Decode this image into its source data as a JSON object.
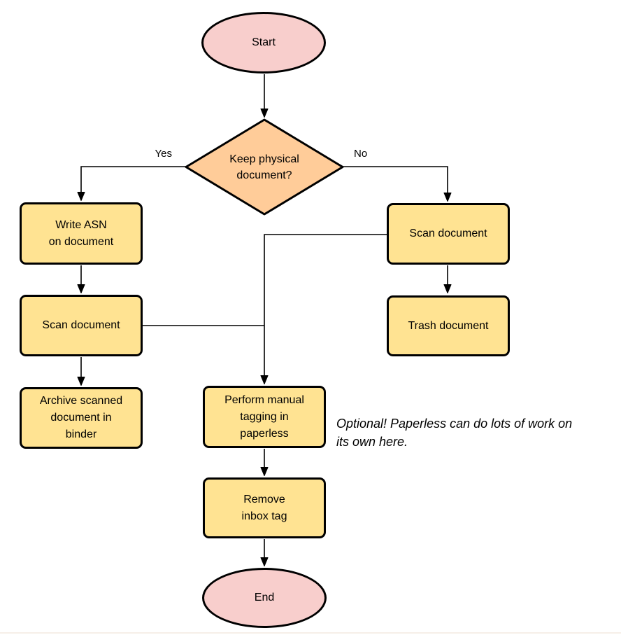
{
  "diagram": {
    "nodes": {
      "start": {
        "type": "terminal",
        "label": "Start"
      },
      "decision": {
        "type": "decision",
        "lines": [
          "Keep physical",
          "document?"
        ]
      },
      "write_asn": {
        "type": "process",
        "lines": [
          "Write ASN",
          "on document"
        ]
      },
      "scan_left": {
        "type": "process",
        "label": "Scan document"
      },
      "archive": {
        "type": "process",
        "lines": [
          "Archive scanned",
          "document in",
          "binder"
        ]
      },
      "scan_right": {
        "type": "process",
        "label": "Scan document"
      },
      "trash": {
        "type": "process",
        "label": "Trash document"
      },
      "tagging": {
        "type": "process",
        "lines": [
          "Perform manual",
          "tagging in",
          "paperless"
        ]
      },
      "remove_inbox": {
        "type": "process",
        "lines": [
          "Remove",
          "inbox tag"
        ]
      },
      "end": {
        "type": "terminal",
        "label": "End"
      }
    },
    "edge_labels": {
      "yes": "Yes",
      "no": "No"
    },
    "note": {
      "lines": [
        "Optional! Paperless can do lots of work on",
        "its own here."
      ]
    },
    "colors": {
      "terminal_fill": "#f8cecc",
      "decision_fill": "#ffcc99",
      "process_fill": "#ffe392",
      "stroke": "#000000",
      "text": "#000000",
      "bottom_line": "#f6efe8"
    }
  }
}
